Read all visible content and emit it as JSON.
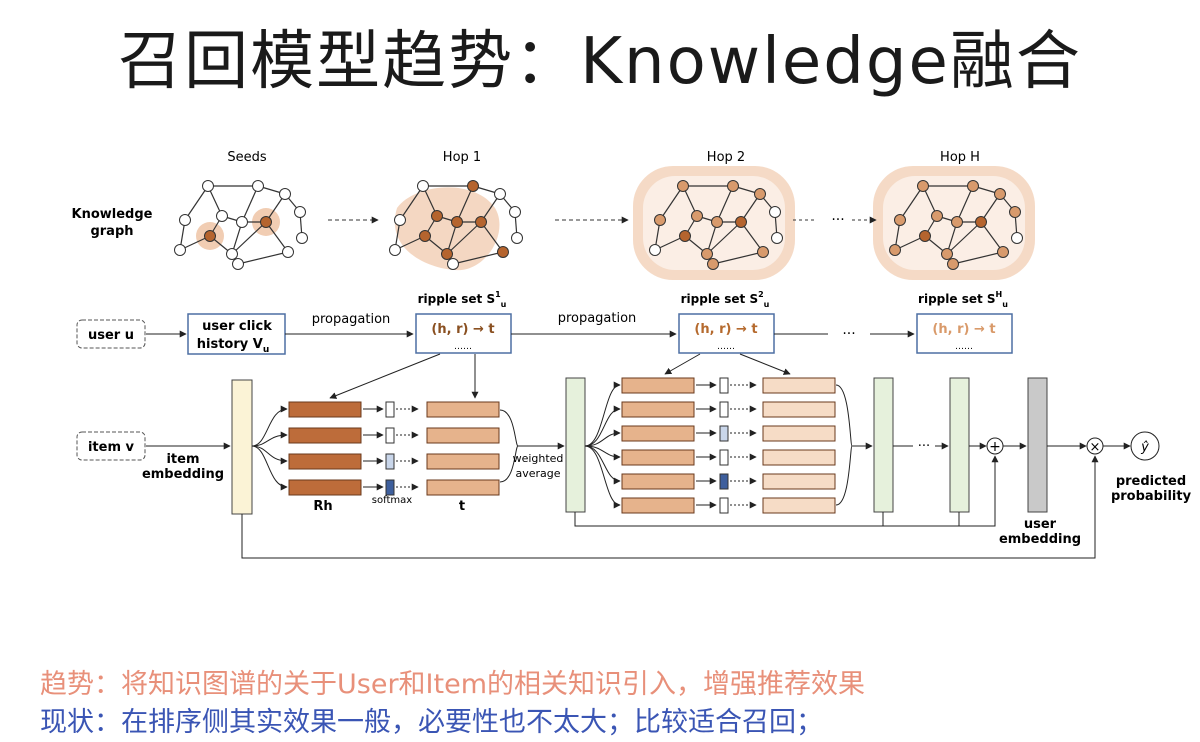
{
  "title": "召回模型趋势：Knowledge融合",
  "diagram": {
    "hop_labels": [
      "Seeds",
      "Hop 1",
      "Hop 2",
      "Hop H"
    ],
    "ellipsis": "···",
    "kg_label": [
      "Knowledge",
      "graph"
    ],
    "user": "user u",
    "user_history": [
      "user click",
      "history V"
    ],
    "user_history_sub": "u",
    "propagation": "propagation",
    "ripple_sets": [
      "ripple set S",
      "ripple set S",
      "ripple set S"
    ],
    "ripple_sup": [
      "1",
      "2",
      "H"
    ],
    "ripple_sub": "u",
    "triple": "(h, r) → t",
    "dots": "……",
    "item": "item v",
    "item_embedding": [
      "item",
      "embedding"
    ],
    "rh": "Rh",
    "softmax": "softmax",
    "t": "t",
    "weighted_average": [
      "weighted",
      "average"
    ],
    "user_embedding": [
      "user",
      "embedding"
    ],
    "plus": "+",
    "times": "×",
    "y_hat": "ŷ",
    "predicted_probability": [
      "predicted",
      "probability"
    ]
  },
  "captions": {
    "trend": "趋势：将知识图谱的关于User和Item的相关知识引入，增强推荐效果",
    "status": "现状：在排序侧其实效果一般，必要性也不太大；比较适合召回；"
  },
  "colors": {
    "node_dark": "#b5642e",
    "node_mid": "#d89a6c",
    "halo": "#f1cdb3",
    "block_dark": "#bd6c3a",
    "block_mid": "#e6b38c",
    "block_light": "#f6dcc6",
    "item_bar": "#fbf3d6",
    "green_bar": "#e6f1dc",
    "user_bar": "#c9c9c9",
    "softmax_blue": "#3e5f9d",
    "caption_trend": "#e8907a",
    "caption_status": "#3a55b4"
  }
}
